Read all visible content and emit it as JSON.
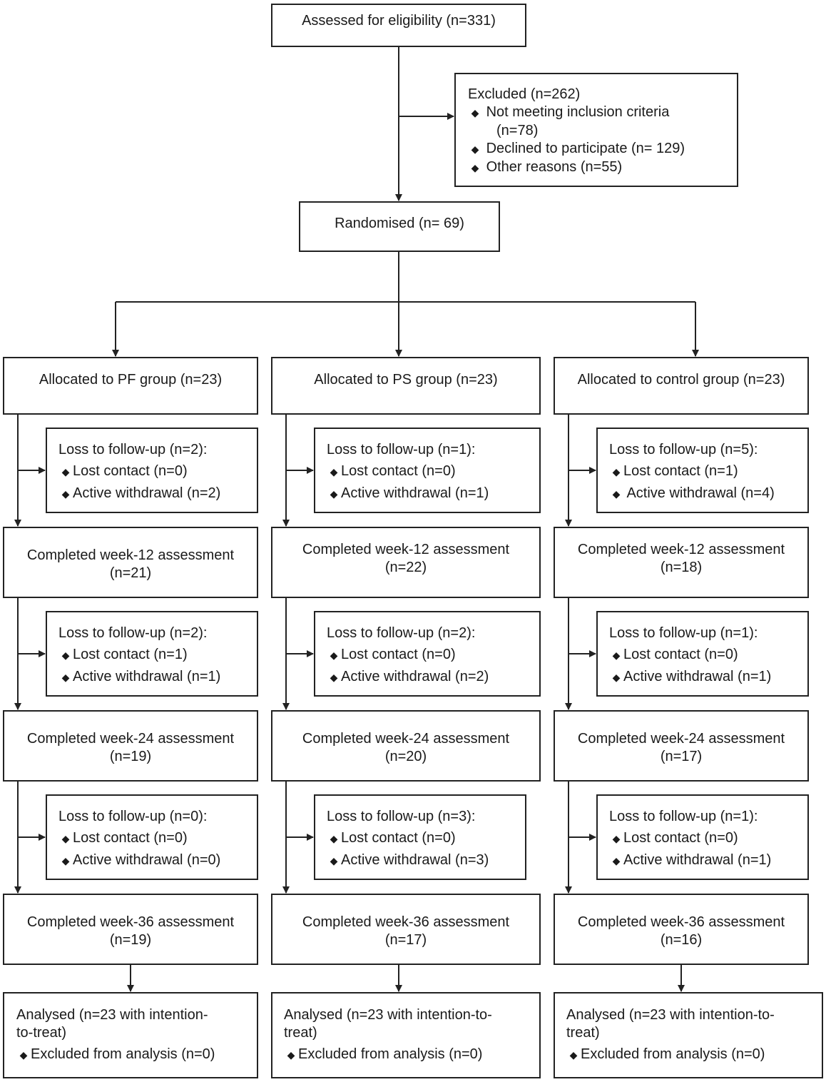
{
  "assessed": "Assessed for eligibility (n=331)",
  "excluded": {
    "title": "Excluded  (n=262)",
    "items": [
      "Not meeting inclusion criteria",
      "(n=78)",
      "Declined to participate (n= 129)",
      "Other reasons (n=55)"
    ]
  },
  "randomised": "Randomised (n= 69)",
  "bullet": "◆",
  "groups": [
    {
      "allocated": "Allocated to PF group (n=23)",
      "loss1": {
        "title": "Loss to follow-up (n=2):",
        "lost": "Lost contact (n=0)",
        "withdrawal": "Active withdrawal  (n=2)"
      },
      "week12": [
        "Completed week-12 assessment",
        "(n=21)"
      ],
      "loss2": {
        "title": "Loss to follow-up (n=2):",
        "lost": "Lost contact (n=1)",
        "withdrawal": "Active withdrawal (n=1)"
      },
      "week24": [
        "Completed week-24 assessment",
        "(n=19)"
      ],
      "loss3": {
        "title": "Loss to follow-up (n=0):",
        "lost": "Lost contact (n=0)",
        "withdrawal": "Active withdrawal (n=0)"
      },
      "week36": [
        "Completed week-36 assessment",
        "(n=19)"
      ],
      "analysed": {
        "line1": "Analysed  (n=23 with intention-",
        "line2": "to-treat)",
        "excluded": "Excluded from analysis (n=0)"
      }
    },
    {
      "allocated": "Allocated to PS group (n=23)",
      "loss1": {
        "title": "Loss to follow-up (n=1):",
        "lost": "Lost contact (n=0)",
        "withdrawal": "Active withdrawal (n=1)"
      },
      "week12": [
        "Completed week-12 assessment",
        "(n=22)"
      ],
      "loss2": {
        "title": "Loss to follow-up (n=2):",
        "lost": "Lost contact (n=0)",
        "withdrawal": "Active withdrawal (n=2)"
      },
      "week24": [
        "Completed week-24 assessment",
        "(n=20)"
      ],
      "loss3": {
        "title": "Loss to follow-up (n=3):",
        "lost": "Lost contact (n=0)",
        "withdrawal": "Active withdrawal (n=3)"
      },
      "week36": [
        "Completed week-36 assessment",
        "(n=17)"
      ],
      "analysed": {
        "line1": "Analysed  (n=23 with intention-to-",
        "line2": "treat)",
        "excluded": "Excluded from analysis (n=0)"
      }
    },
    {
      "allocated": "Allocated to control group (n=23)",
      "loss1": {
        "title": "Loss to follow-up (n=5):",
        "lost": "Lost contact (n=1)",
        "withdrawal": " Active withdrawal (n=4)"
      },
      "week12": [
        "Completed week-12 assessment",
        "(n=18)"
      ],
      "loss2": {
        "title": "Loss to follow-up (n=1):",
        "lost": "Lost contact (n=0)",
        "withdrawal": "Active withdrawal (n=1)"
      },
      "week24": [
        "Completed week-24 assessment",
        "(n=17)"
      ],
      "loss3": {
        "title": "Loss to follow-up (n=1):",
        "lost": "Lost contact (n=0)",
        "withdrawal": "Active withdrawal (n=1)"
      },
      "week36": [
        "Completed week-36 assessment",
        "(n=16)"
      ],
      "analysed": {
        "line1": "Analysed  (n=23 with intention-to-",
        "line2": "treat)",
        "excluded": "Excluded from analysis (n=0)"
      }
    }
  ]
}
